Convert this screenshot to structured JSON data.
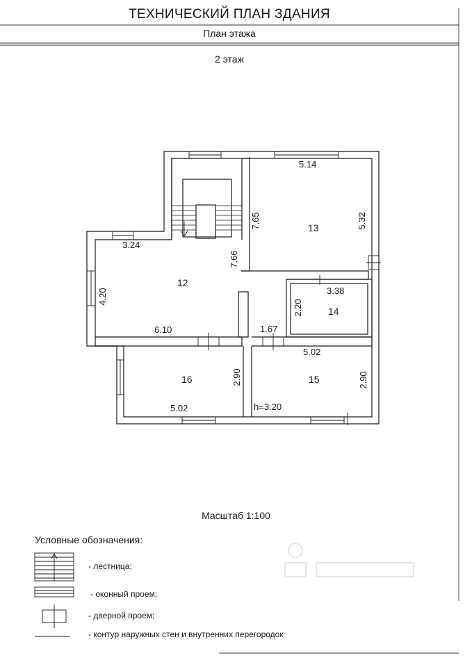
{
  "header": {
    "title": "ТЕХНИЧЕСКИЙ ПЛАН ЗДАНИЯ",
    "subtitle": "План этажа"
  },
  "floor_label": "2 этаж",
  "plan": {
    "rooms": [
      {
        "number": "12"
      },
      {
        "number": "13"
      },
      {
        "number": "14"
      },
      {
        "number": "15"
      },
      {
        "number": "16"
      }
    ],
    "dimensions": {
      "d_5_14": "5.14",
      "d_5_32": "5.32",
      "d_7_65": "7.65",
      "d_7_66": "7.66",
      "d_3_24": "3.24",
      "d_4_20": "4.20",
      "d_6_10": "6.10",
      "d_3_38": "3.38",
      "d_2_20": "2.20",
      "d_1_67": "1.67",
      "d_5_02_top": "5.02",
      "d_2_90_left": "2.90",
      "d_2_90_right": "2.90",
      "d_5_02_bottom": "5.02"
    },
    "height_label": "h=3.20"
  },
  "scale_label": "Масштаб 1:100",
  "legend": {
    "title": "Условные обозначения:",
    "items": [
      {
        "icon": "stair-icon",
        "text": "- лестница;"
      },
      {
        "icon": "window-icon",
        "text": "- оконный проем;"
      },
      {
        "icon": "door-icon",
        "text": "- дверной проем;"
      },
      {
        "icon": "wall-line-icon",
        "text": "- контур наружных стен и внутренних перегородок"
      }
    ]
  },
  "colors": {
    "ink": "#1a1a1a",
    "paper": "#ffffff"
  }
}
